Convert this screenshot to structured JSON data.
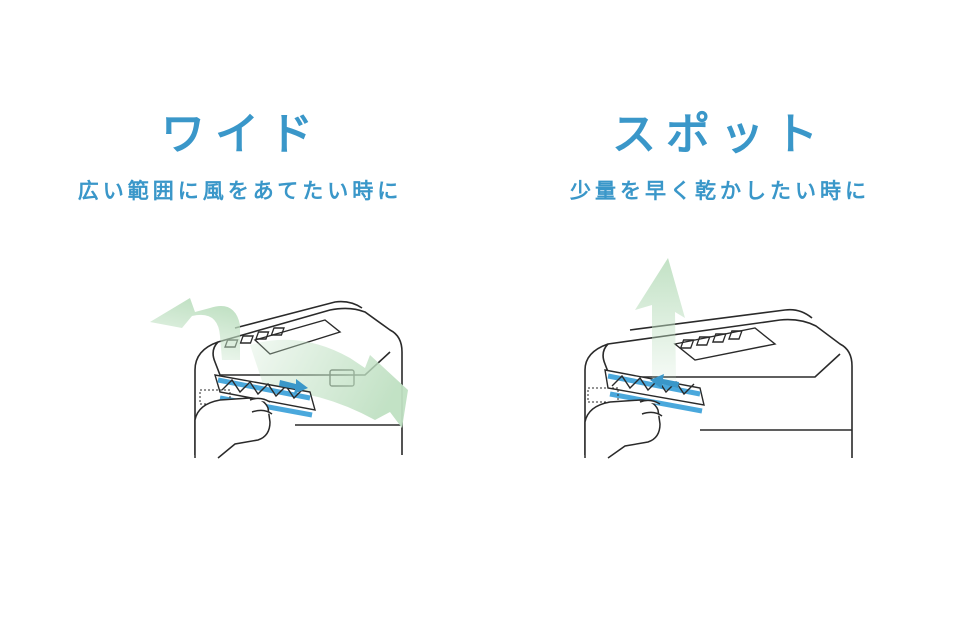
{
  "modes": [
    {
      "title": "ワイド",
      "subtitle": "広い範囲に風をあてたい時に",
      "illustration": "dehumidifier-wide-airflow",
      "arrow_direction": "right"
    },
    {
      "title": "スポット",
      "subtitle": "少量を早く乾かしたい時に",
      "illustration": "dehumidifier-spot-airflow",
      "arrow_direction": "left"
    }
  ],
  "colors": {
    "accent": "#3a97c9",
    "airflow": "#bfe0c2",
    "louver": "#4aa8dc",
    "line": "#2a2a2a"
  }
}
